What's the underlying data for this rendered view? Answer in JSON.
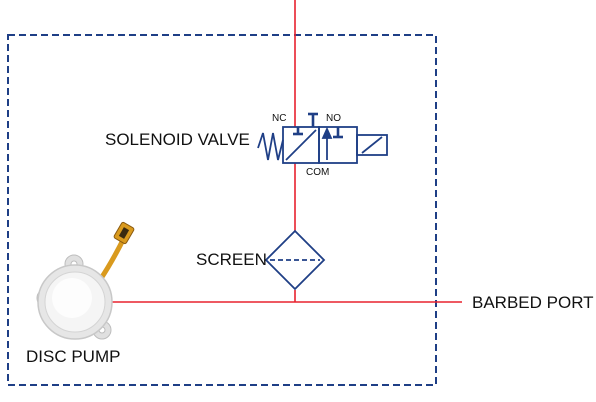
{
  "labels": {
    "solenoid_valve": "SOLENOID VALVE",
    "nc": "NC",
    "no": "NO",
    "com": "COM",
    "screen": "SCREEN",
    "barbed_port": "BARBED PORT",
    "disc_pump": "DISC PUMP"
  },
  "colors": {
    "line": "#e8222e",
    "symbol": "#1f3f86",
    "enclosure": "#1f3f86",
    "pump_body": "#e6e6e6",
    "flex_cable": "#d99a1e"
  }
}
